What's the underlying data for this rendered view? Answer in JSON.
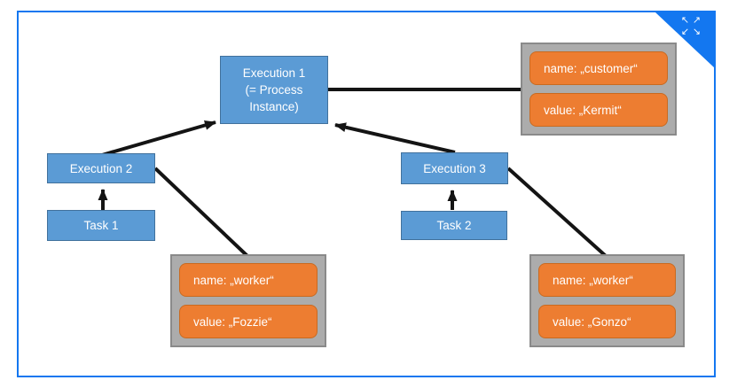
{
  "nodes": {
    "execution1": {
      "label": "Execution 1\n(= Process\nInstance)"
    },
    "execution2": {
      "label": "Execution 2"
    },
    "execution3": {
      "label": "Execution 3"
    },
    "task1": {
      "label": "Task 1"
    },
    "task2": {
      "label": "Task 2"
    }
  },
  "variables": {
    "customer": {
      "name": "name: „customer“",
      "value": "value: „Kermit“"
    },
    "worker_fozzie": {
      "name": "name: „worker“",
      "value": "value: „Fozzie“"
    },
    "worker_gonzo": {
      "name": "name: „worker“",
      "value": "value: „Gonzo“"
    }
  },
  "fullscreen_control": {
    "icon": "expand-arrows-icon",
    "arrows": [
      "↖",
      "↗",
      "↙",
      "↘"
    ]
  },
  "colors": {
    "frame_blue": "#1377F0",
    "node_fill": "#5B9BD5",
    "node_border": "#41719C",
    "variable_fill": "#ED7D31",
    "variable_border": "#C96A20",
    "group_fill": "#ACACAC",
    "group_border": "#8A8A8A",
    "connector": "#141414",
    "text": "#FFFFFF"
  }
}
